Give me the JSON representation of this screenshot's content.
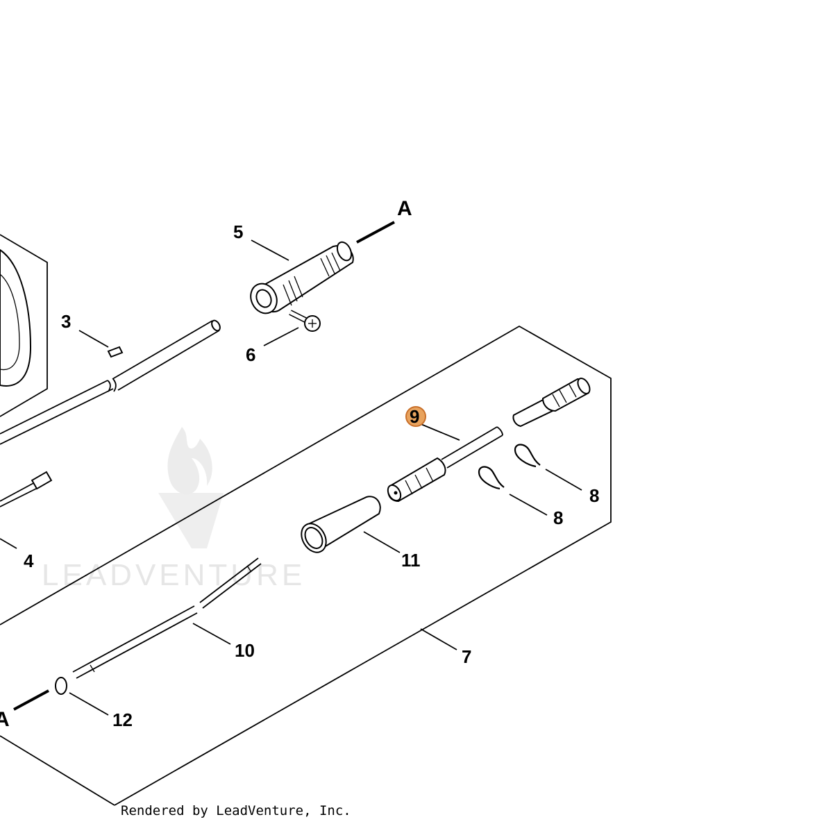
{
  "diagram": {
    "callouts": {
      "part3": "3",
      "part4": "4",
      "part5": "5",
      "part6": "6",
      "part7": "7",
      "part8a": "8",
      "part8b": "8",
      "part9": "9",
      "part10": "10",
      "part11": "11",
      "part12": "12"
    },
    "connector_label_top": "A",
    "connector_label_bottom": "A",
    "highlighted_callout": "9",
    "highlight_color": "#e8a35e",
    "watermark_text": "LEADVENTURE",
    "footer_text": "Rendered by LeadVenture, Inc."
  }
}
